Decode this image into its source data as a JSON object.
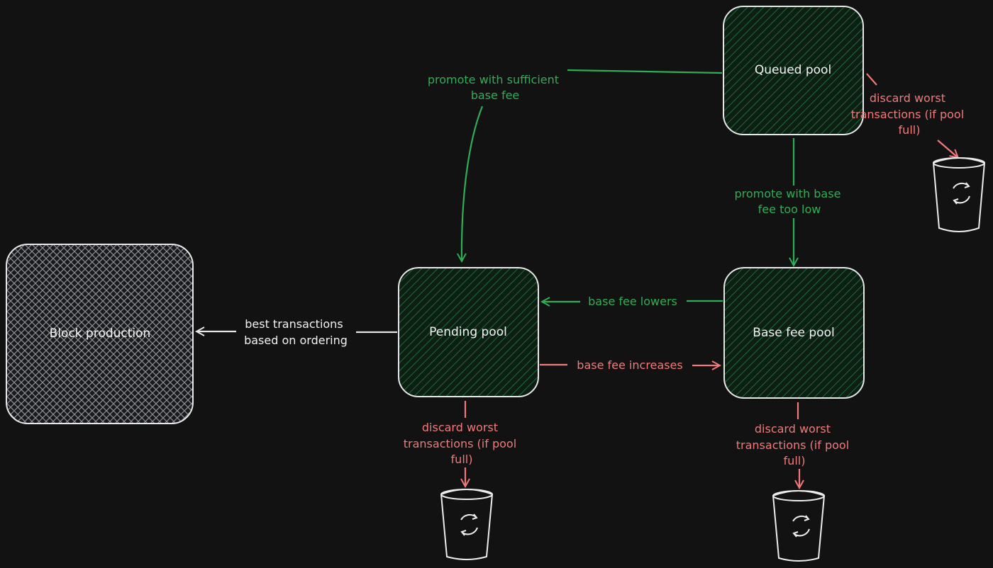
{
  "nodes": {
    "queued": "Queued pool",
    "pending": "Pending pool",
    "basefee": "Base fee pool",
    "block": "Block production"
  },
  "edges": {
    "queued_to_pending": [
      "promote with sufficient",
      "base fee"
    ],
    "queued_to_basefee": [
      "promote with base",
      "fee too low"
    ],
    "basefee_to_pending": "base fee lowers",
    "pending_to_basefee": "base fee increases",
    "pending_to_block": [
      "best transactions",
      "based on ordering"
    ],
    "queued_discard": [
      "discard worst",
      "transactions (if pool",
      "full)"
    ],
    "pending_discard": [
      "discard worst",
      "transactions (if pool",
      "full)"
    ],
    "basefee_discard": [
      "discard worst",
      "transactions (if pool",
      "full)"
    ]
  },
  "colors": {
    "background": "#121212",
    "green": "#2fae55",
    "red": "#f07a7a",
    "white": "#f2f2f2",
    "pool_fill": "#0f2a18"
  },
  "icons": {
    "trash": "recycle-bin-icon"
  }
}
